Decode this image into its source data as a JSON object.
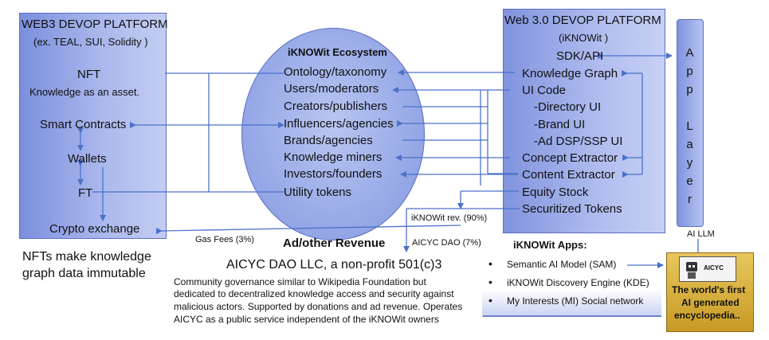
{
  "left_box": {
    "title": "WEB3 DEVOP PLATFORM",
    "subtitle": "(ex. TEAL, SUI, Solidity )",
    "nft": "NFT",
    "nft_sub": "Knowledge as an asset.",
    "smart_contracts": "Smart Contracts",
    "wallets": "Wallets",
    "ft": "FT",
    "crypto_exchange": "Crypto exchange"
  },
  "left_note": [
    "NFTs make knowledge",
    "graph data immutable"
  ],
  "ecosystem": {
    "title": "iKNOWit Ecosystem",
    "items": [
      "Ontology/taxonomy",
      "Users/moderators",
      "Creators/publishers",
      "Influencers/agencies",
      "Brands/agencies",
      "Knowledge miners",
      "Investors/founders",
      "Utility tokens"
    ]
  },
  "right_box": {
    "title": "Web 3.0 DEVOP PLATFORM",
    "subtitle": "(iKNOWit )",
    "items": [
      "SDK/API",
      "Knowledge Graph",
      "UI Code",
      "-Directory UI",
      "-Brand UI",
      "-Ad DSP/SSP UI",
      "Concept Extractor",
      "Content Extractor",
      "Equity Stock",
      "Securitized Tokens"
    ]
  },
  "app_layer": [
    "A",
    "p",
    "p",
    "",
    "L",
    "a",
    "y",
    "e",
    "r"
  ],
  "revenue": {
    "gas_fees": "Gas Fees (3%)",
    "ad_revenue": "Ad/other Revenue",
    "iknowit_rev": "iKNOWit rev. (90%)",
    "aicyc_dao": "AICYC DAO (7%)"
  },
  "dao": {
    "title": "AICYC DAO LLC, a non-profit 501(c)3",
    "lines": [
      "Community governance similar to Wikipedia Foundation but",
      "dedicated to decentralized knowledge access and security against",
      "malicious actors. Supported by donations and ad revenue. Operates",
      "AICYC as a public service independent of the iKNOWit owners"
    ]
  },
  "apps": {
    "title": "iKNOWit Apps:",
    "items": [
      "Semantic AI Model (SAM)",
      "iKNOWit Discovery Engine (KDE)",
      "My Interests (MI) Social network"
    ]
  },
  "ai": {
    "label": "AI LLM",
    "logo_text": "AICYC",
    "caption": [
      "The world's first",
      "AI generated",
      "encyclopedia.."
    ]
  },
  "colors": {
    "arrow": "#4a72c9",
    "box": "#9aaaea",
    "gold": "#d4a83a"
  }
}
